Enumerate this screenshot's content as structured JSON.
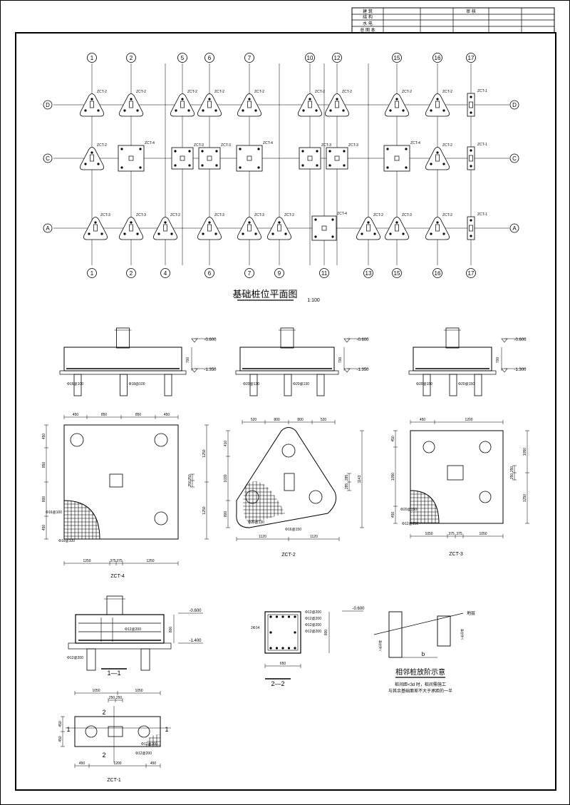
{
  "title_block": {
    "rows": [
      [
        "建  筑",
        "",
        "",
        "",
        "",
        ""
      ],
      [
        "结  构",
        "",
        "",
        "",
        "",
        ""
      ],
      [
        "水  电",
        "",
        "",
        "",
        "",
        ""
      ],
      [
        "总 图 本",
        "",
        "",
        "",
        "",
        ""
      ]
    ],
    "header_center": "审  核"
  },
  "plan": {
    "title": "基础桩位平面图",
    "scale": "1:100",
    "top_axes": [
      "1",
      "2",
      "5",
      "6",
      "7",
      "10",
      "12",
      "15",
      "16",
      "17"
    ],
    "bottom_axes": [
      "1",
      "2",
      "4",
      "6",
      "7",
      "9",
      "11",
      "13",
      "15",
      "16",
      "17"
    ],
    "row_axes": [
      "D",
      "C",
      "A"
    ],
    "row_D_labels": [
      "ZCT-2",
      "ZCT-2",
      "ZCT-2",
      "ZCT-2",
      "ZCT-2",
      "ZCT-2",
      "ZCT-2",
      "ZCT-2",
      "ZCT-2",
      "ZCT-1"
    ],
    "row_C_labels": [
      "ZCT-2",
      "ZCT-4",
      "ZCT-3",
      "ZCT-3",
      "ZCT-4",
      "ZCT-3",
      "ZCT-3",
      "ZCT-4",
      "ZCT-2",
      "ZCT-1"
    ],
    "row_A_labels": [
      "ZCT-3",
      "ZCT-3",
      "ZCT-2",
      "ZCT-3",
      "ZCT-3",
      "ZCT-2",
      "ZCT-4",
      "ZCT-2",
      "ZCT-3",
      "ZCT-2",
      "ZCT-1"
    ]
  },
  "sections": {
    "elev_top": "-0.600",
    "elev_bot_1": "-1.350",
    "elev_bot_2": "-1.350",
    "elev_bot_3": "-1.300",
    "elev_bot_4": "-1.400",
    "h750": "750",
    "h700": "700",
    "rebar_a": "Φ16@100",
    "rebar_b": "Φ18@100",
    "rebar_c": "Φ20@130",
    "rebar_d": "Φ20@150"
  },
  "zct4": {
    "label": "ZCT-4",
    "top_dims": [
      "450",
      "850",
      "850",
      "450"
    ],
    "left_dims": [
      "450",
      "850",
      "800",
      "450"
    ],
    "right_dims": [
      "1250",
      "1250"
    ],
    "col_dims": [
      "250",
      "250"
    ],
    "bot_dims": [
      "1250",
      "375",
      "375",
      "1250"
    ],
    "rebar1": "Φ16@100",
    "rebar2": "Φ16@100"
  },
  "zct2": {
    "label": "ZCT-2",
    "top_dims": [
      "520",
      "800",
      "800",
      "520"
    ],
    "left_dims": [
      "410",
      "1030",
      "800"
    ],
    "right_dims": [
      "1143",
      "285",
      "285"
    ],
    "bot_dims": [
      "1120",
      "1120"
    ],
    "rebar": "Φ20@130",
    "rebar2": "Φ16@150"
  },
  "zct3": {
    "label": "ZCT-3",
    "top_dims": [
      "450",
      "1200"
    ],
    "left_dims": [
      "450",
      "1050",
      "450"
    ],
    "right_dims": [
      "1050",
      "1250"
    ],
    "col_dims": [
      "250",
      "250"
    ],
    "bot_dims": [
      "1050",
      "375",
      "375",
      "1050"
    ],
    "rebar1": "Φ20@150",
    "rebar2": "Φ12@150"
  },
  "sec11": {
    "label": "1—1",
    "rebar_top": "Φ12@200",
    "rebar_bot": "Φ12@200",
    "h": "800"
  },
  "sec22": {
    "label": "2—2",
    "rebars": [
      "Φ12@200",
      "Φ12@200",
      "Φ12@200",
      "Φ12@200"
    ],
    "width": "650",
    "height": "800",
    "side_label": "2Φ14"
  },
  "zct1": {
    "label": "ZCT-1",
    "top_dims": [
      "1050",
      "1050"
    ],
    "col_dims": [
      "250",
      "250"
    ],
    "bot_dims": [
      "450",
      "1200",
      "450"
    ],
    "side_dims": [
      "450",
      "450"
    ],
    "rebar1": "Φ12@200",
    "rebar2": "Φ12@200",
    "sec_marks": [
      "1",
      "1",
      "2",
      "2"
    ]
  },
  "adjacent": {
    "title": "相邻桩放阶示意",
    "note1": "桩间距<3d 时，桩间需施工",
    "note2": "与其余基础面差不大于承距的一半",
    "label_top": "地层",
    "label_b": "b",
    "h_left": "入岩深度",
    "h_right": "入岩深度"
  }
}
